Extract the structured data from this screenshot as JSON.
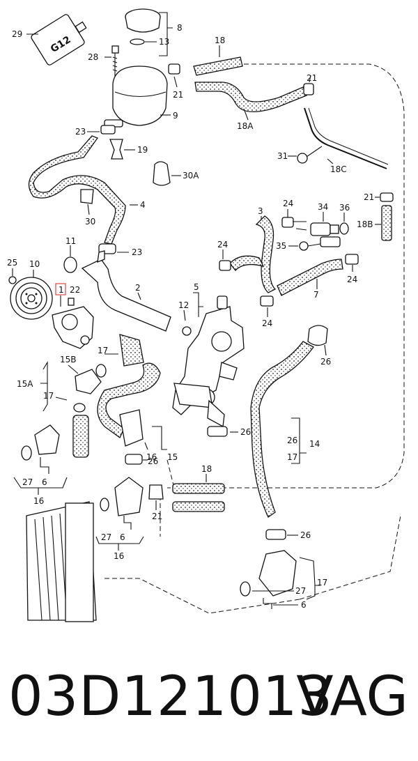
{
  "footer": {
    "part_number": "03D121013",
    "brand": "VAG"
  },
  "diagram": {
    "reservoir_label": "G12",
    "highlight_color": "#e05050",
    "labels": {
      "c29": "29",
      "c8": "8",
      "c13": "13",
      "c18a": "18",
      "c28": "28",
      "c21a": "21",
      "c21b": "21",
      "c9": "9",
      "c18A": "18A",
      "c23a": "23",
      "c19": "19",
      "c31": "31",
      "c18C": "18C",
      "c30A": "30A",
      "c4": "4",
      "c21c": "21",
      "c30": "30",
      "c3": "3",
      "c24a": "24",
      "c34": "34",
      "c36": "36",
      "c18B": "18B",
      "c35": "35",
      "c24b": "24",
      "c11": "11",
      "c23b": "23",
      "c25": "25",
      "c10": "10",
      "c1": "1",
      "c22": "22",
      "c2": "2",
      "c5": "5",
      "c7": "7",
      "c24c": "24",
      "c24d": "24",
      "c12": "12",
      "c26a": "26",
      "c17a": "17",
      "c15B": "15B",
      "c15A": "15A",
      "c17b": "17",
      "c16a": "16",
      "c15": "15",
      "c26b": "26",
      "c26c": "26",
      "c14": "14",
      "c17c": "17",
      "c27a": "27",
      "c6a": "6",
      "c16b": "16",
      "c18b": "18",
      "c26d": "26",
      "c21d": "21",
      "c27b": "27",
      "c6b": "6",
      "c16c": "16",
      "c17d": "17",
      "c27c": "27",
      "c6c": "6",
      "c26e": "26"
    }
  }
}
